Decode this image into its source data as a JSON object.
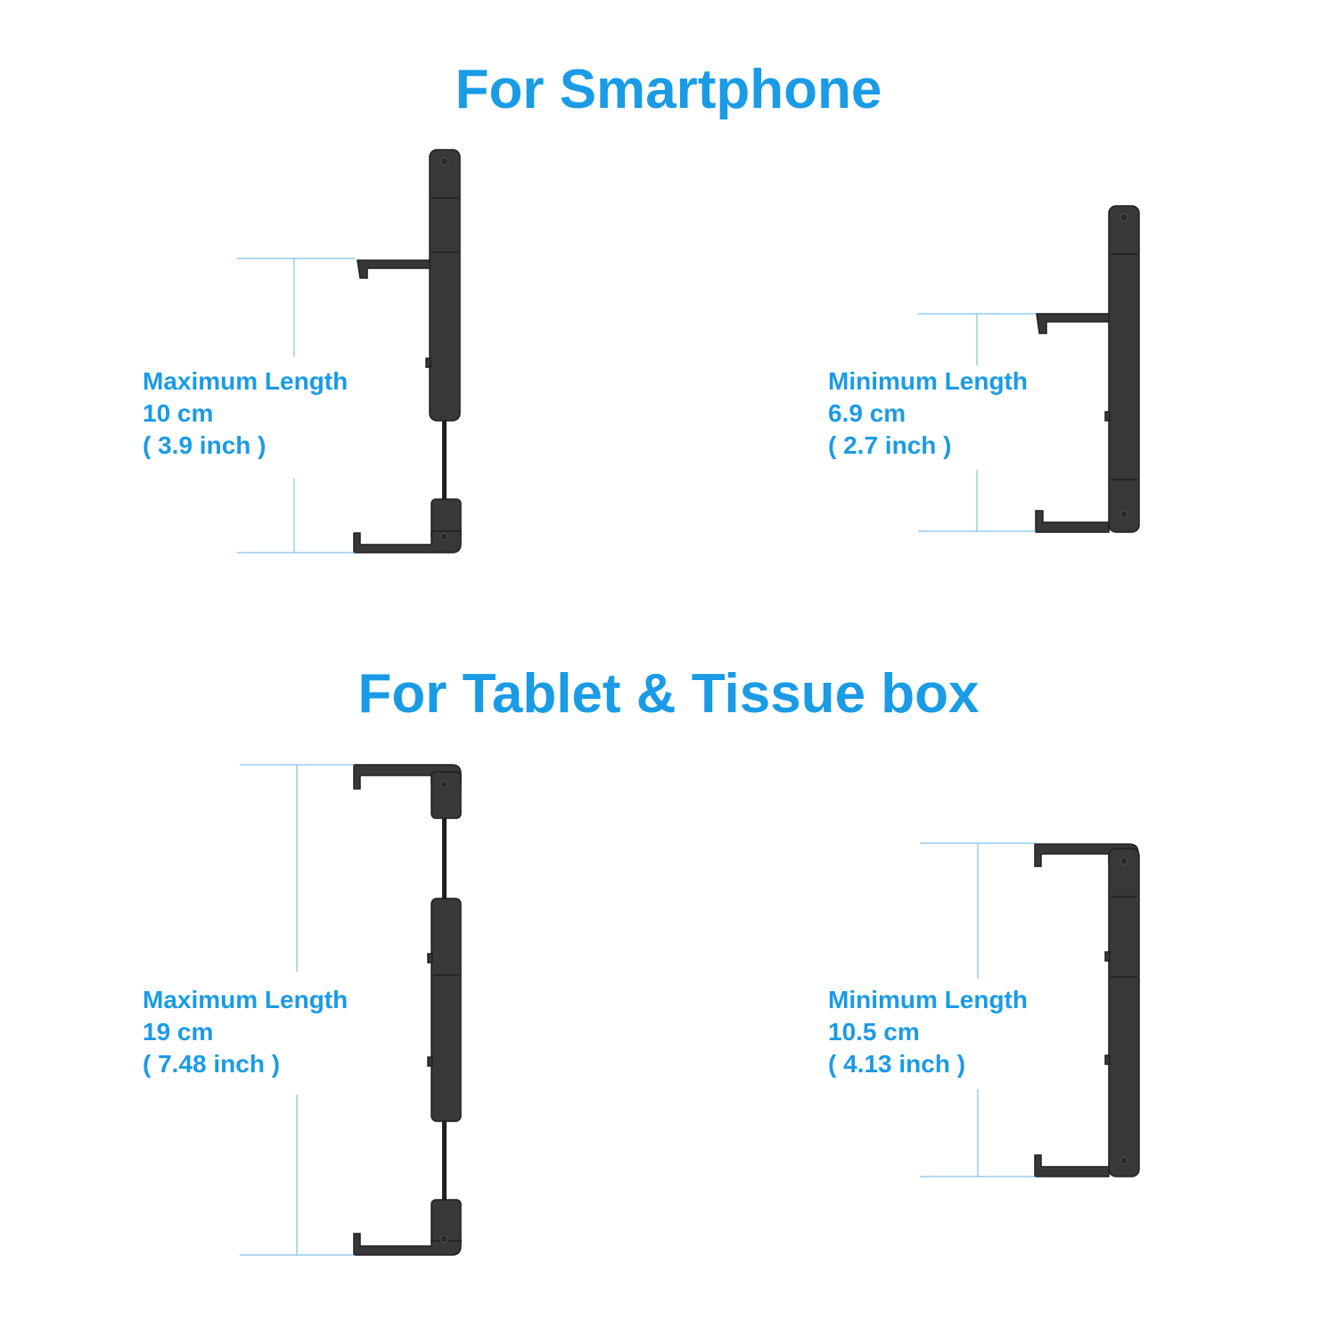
{
  "colors": {
    "accent": "#1a9be6",
    "device": "#383838",
    "device_edge": "#1f1f1f",
    "guide": "#5fb6ec"
  },
  "sections": [
    {
      "heading": "For Smartphone",
      "panels": [
        {
          "title": "Maximum Length",
          "metric": "10 cm",
          "imperial": "( 3.9 inch )"
        },
        {
          "title": "Minimum Length",
          "metric": "6.9 cm",
          "imperial": "( 2.7 inch )"
        }
      ]
    },
    {
      "heading": "For Tablet & Tissue box",
      "panels": [
        {
          "title": "Maximum Length",
          "metric": "19 cm",
          "imperial": "( 7.48 inch )"
        },
        {
          "title": "Minimum Length",
          "metric": "10.5 cm",
          "imperial": "( 4.13 inch )"
        }
      ]
    }
  ]
}
